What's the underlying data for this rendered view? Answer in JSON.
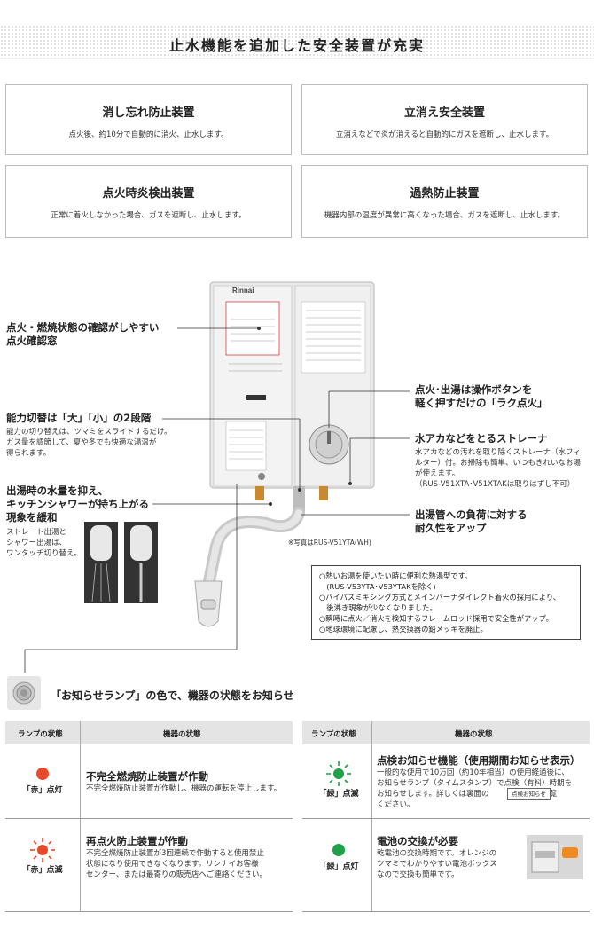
{
  "banner": {
    "title": "止水機能を追加した安全装置が充実"
  },
  "features": [
    {
      "title": "消し忘れ防止装置",
      "desc": "点火後、約10分で自動的に消火、止水します。"
    },
    {
      "title": "立消え安全装置",
      "desc": "立消えなどで炎が消えると自動的にガスを遮断し、止水します。"
    },
    {
      "title": "点火時炎検出装置",
      "desc": "正常に着火しなかった場合、ガスを遮断し、止水します。"
    },
    {
      "title": "過熱防止装置",
      "desc": "機器内部の温度が異常に高くなった場合、ガスを遮断し、止水します。"
    }
  ],
  "product": {
    "brand": "Rinnai",
    "photo_caption": "※写真はRUS-V51YTA(WH)"
  },
  "annotations": {
    "left1": {
      "title1": "点火・燃焼状態の確認がしやすい",
      "title2": "点火確認窓"
    },
    "left2": {
      "title": "能力切替は「大」「小」の2段階",
      "desc1": "能力の切り替えは、ツマミをスライドするだけ。",
      "desc2": "ガス量を調節して、夏や冬でも快適な湯温が",
      "desc3": "得られます。"
    },
    "left3": {
      "title1": "出湯時の水量を抑え、",
      "title2": "キッチンシャワーが持ち上がる",
      "title3": "現象を緩和",
      "desc1": "ストレート出湯と",
      "desc2": "シャワー出湯は、",
      "desc3": "ワンタッチ切り替え。"
    },
    "right1": {
      "title1": "点火･出湯は操作ボタンを",
      "title2": "軽く押すだけの「ラク点火」"
    },
    "right2": {
      "title": "水アカなどをとるストレーナ",
      "desc1": "水アカなどの汚れを取り除くストレーナ（水フィ",
      "desc2": "ルター）付。お掃除も簡単、いつもきれいなお湯",
      "desc3": "が使えます。",
      "desc4": "（RUS-V51XTA･V51XTAKは取りはずし不可）"
    },
    "right3": {
      "title1": "出湯管への負荷に対する",
      "title2": "耐久性をアップ"
    }
  },
  "info_list": [
    "○熱いお湯を使いたい時に便利な熱湯型です。",
    "　(RUS-V53YTA･V53YTAKを除く)",
    "○バイパスミキシング方式とメインバーナダイレクト着火の採用により、",
    "　後沸き現象が少なくなりました。",
    "○瞬時に点火／消火を検知するフレームロッド採用で安全性がアップ。",
    "○地球環境に配慮し、熱交換器の鉛メッキを廃止。"
  ],
  "lamp_section": {
    "title": "「お知らせランプ」の色で、機器の状態をお知らせ"
  },
  "table": {
    "header_state": "ランプの状態",
    "header_condition": "機器の状態",
    "rows": [
      {
        "lamp": "「赤」点灯",
        "color": "#e8492a",
        "title": "不完全燃焼防止装置が作動",
        "desc": [
          "不完全燃焼防止装置が作動し、機器の運転を停止します。"
        ]
      },
      {
        "lamp": "「赤」点滅",
        "color": "#e8492a",
        "title": "再点火防止装置が作動",
        "desc": [
          "不完全燃焼防止装置が3回連続で作動すると使用禁止",
          "状態になり使用できなくなります。リンナイお客様",
          "センター、または最寄りの販売店へご連絡ください。"
        ]
      },
      {
        "lamp": "「緑」点滅",
        "color": "#1fa14a",
        "title": "点検お知らせ機能（使用期間お知らせ表示）",
        "desc": [
          "一般的な使用で10万回（約10年相当）の使用経過後に、",
          "お知らせランプ（タイムスタンプ）で点検（有料）時期を",
          "お知らせします。詳しくは裏面の　　　　　　をご覧",
          "ください。"
        ],
        "inline_label": "点検お知らせ"
      },
      {
        "lamp": "「緑」点灯",
        "color": "#1fa14a",
        "title": "電池の交換が必要",
        "desc": [
          "乾電池の交換時期です。オレンジの",
          "ツマミでわかりやすい電池ボックス",
          "なので交換も簡単です。"
        ]
      }
    ]
  }
}
